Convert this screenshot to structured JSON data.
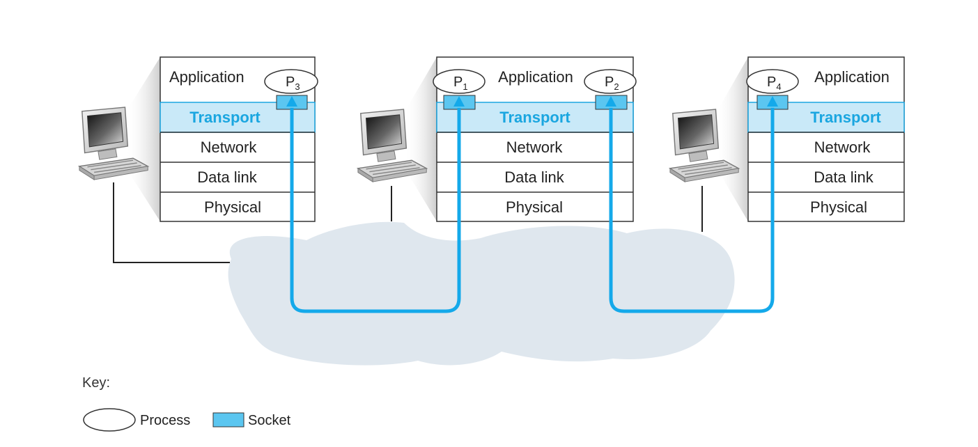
{
  "colors": {
    "transport_fill": "#c9e9f8",
    "transport_text": "#1aa6e0",
    "socket_fill": "#5bc6f0",
    "connection_line": "#14a9ea",
    "cloud": "#dfe7ee",
    "box_stroke": "#333333"
  },
  "hosts": [
    {
      "layers": {
        "application": "Application",
        "transport": "Transport",
        "network": "Network",
        "datalink": "Data link",
        "physical": "Physical"
      },
      "processes": [
        {
          "label": "P",
          "sub": "3"
        }
      ]
    },
    {
      "layers": {
        "application": "Application",
        "transport": "Transport",
        "network": "Network",
        "datalink": "Data link",
        "physical": "Physical"
      },
      "processes": [
        {
          "label": "P",
          "sub": "1"
        },
        {
          "label": "P",
          "sub": "2"
        }
      ]
    },
    {
      "layers": {
        "application": "Application",
        "transport": "Transport",
        "network": "Network",
        "datalink": "Data link",
        "physical": "Physical"
      },
      "processes": [
        {
          "label": "P",
          "sub": "4"
        }
      ]
    }
  ],
  "key": {
    "title": "Key:",
    "process_label": "Process",
    "socket_label": "Socket"
  }
}
